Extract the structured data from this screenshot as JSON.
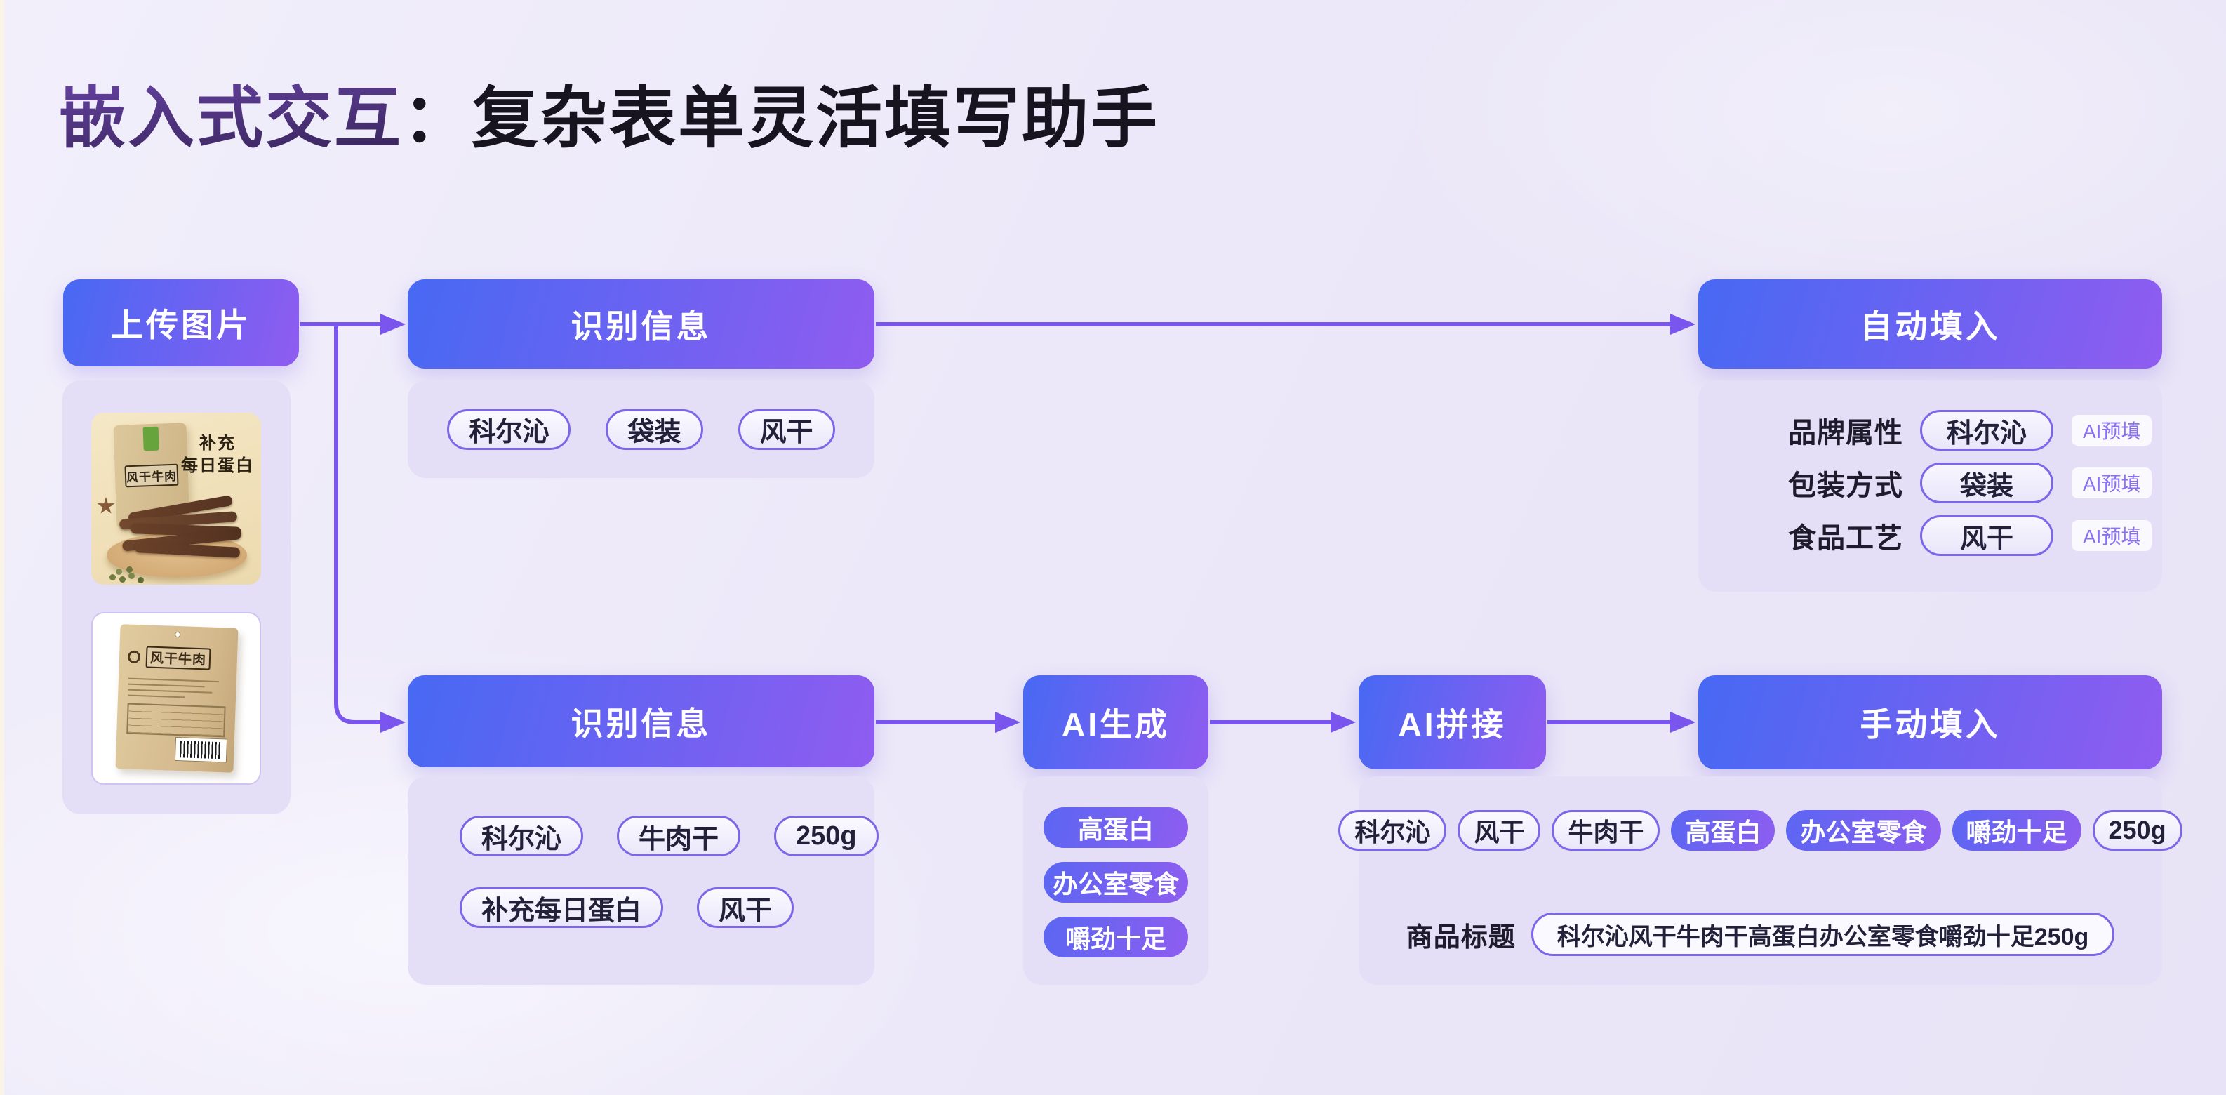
{
  "title": {
    "accent": "嵌入式交互",
    "main": "：复杂表单灵活填写助手"
  },
  "nodes": {
    "upload": {
      "label": "上传图片"
    },
    "recognize1": {
      "label": "识别信息",
      "tags": [
        "科尔沁",
        "袋装",
        "风干"
      ]
    },
    "autofill": {
      "label": "自动填入",
      "badge": "AI预填",
      "rows": [
        {
          "field": "品牌属性",
          "value": "科尔沁"
        },
        {
          "field": "包装方式",
          "value": "袋装"
        },
        {
          "field": "食品工艺",
          "value": "风干"
        }
      ]
    },
    "recognize2": {
      "label": "识别信息",
      "tags": [
        "科尔沁",
        "牛肉干",
        "250g",
        "补充每日蛋白",
        "风干"
      ]
    },
    "generate": {
      "label": "AI生成",
      "tags": [
        "高蛋白",
        "办公室零食",
        "嚼劲十足"
      ]
    },
    "splice": {
      "label": "AI拼接"
    },
    "manual": {
      "label": "手动填入",
      "tags": [
        {
          "text": "科尔沁",
          "variant": "outline"
        },
        {
          "text": "风干",
          "variant": "outline"
        },
        {
          "text": "牛肉干",
          "variant": "outline"
        },
        {
          "text": "高蛋白",
          "variant": "filled"
        },
        {
          "text": "办公室零食",
          "variant": "filled"
        },
        {
          "text": "嚼劲十足",
          "variant": "filled"
        },
        {
          "text": "250g",
          "variant": "outline"
        }
      ],
      "result": {
        "field": "商品标题",
        "value": "科尔沁风干牛肉干高蛋白办公室零食嚼劲十足250g"
      }
    }
  },
  "photos": {
    "front": {
      "bag_title": "风干牛肉",
      "headline_line1": "补充",
      "headline_line2": "每日蛋白"
    },
    "back": {
      "bag_title": "风干牛肉"
    }
  },
  "colors": {
    "background_top": "#f2effb",
    "background_bottom": "#e8e3f6",
    "node_gradient_start": "#4769f3",
    "node_gradient_end": "#8f5cf0",
    "panel_bg": "#e4def6",
    "arrow": "#7a56ee",
    "chip_border": "#7c66e9",
    "chip_text": "#23213a",
    "badge_text": "#8a70f2",
    "title_accent": "#4b2d7d",
    "title_ink": "#17141f",
    "node_text": "#ffffff"
  }
}
